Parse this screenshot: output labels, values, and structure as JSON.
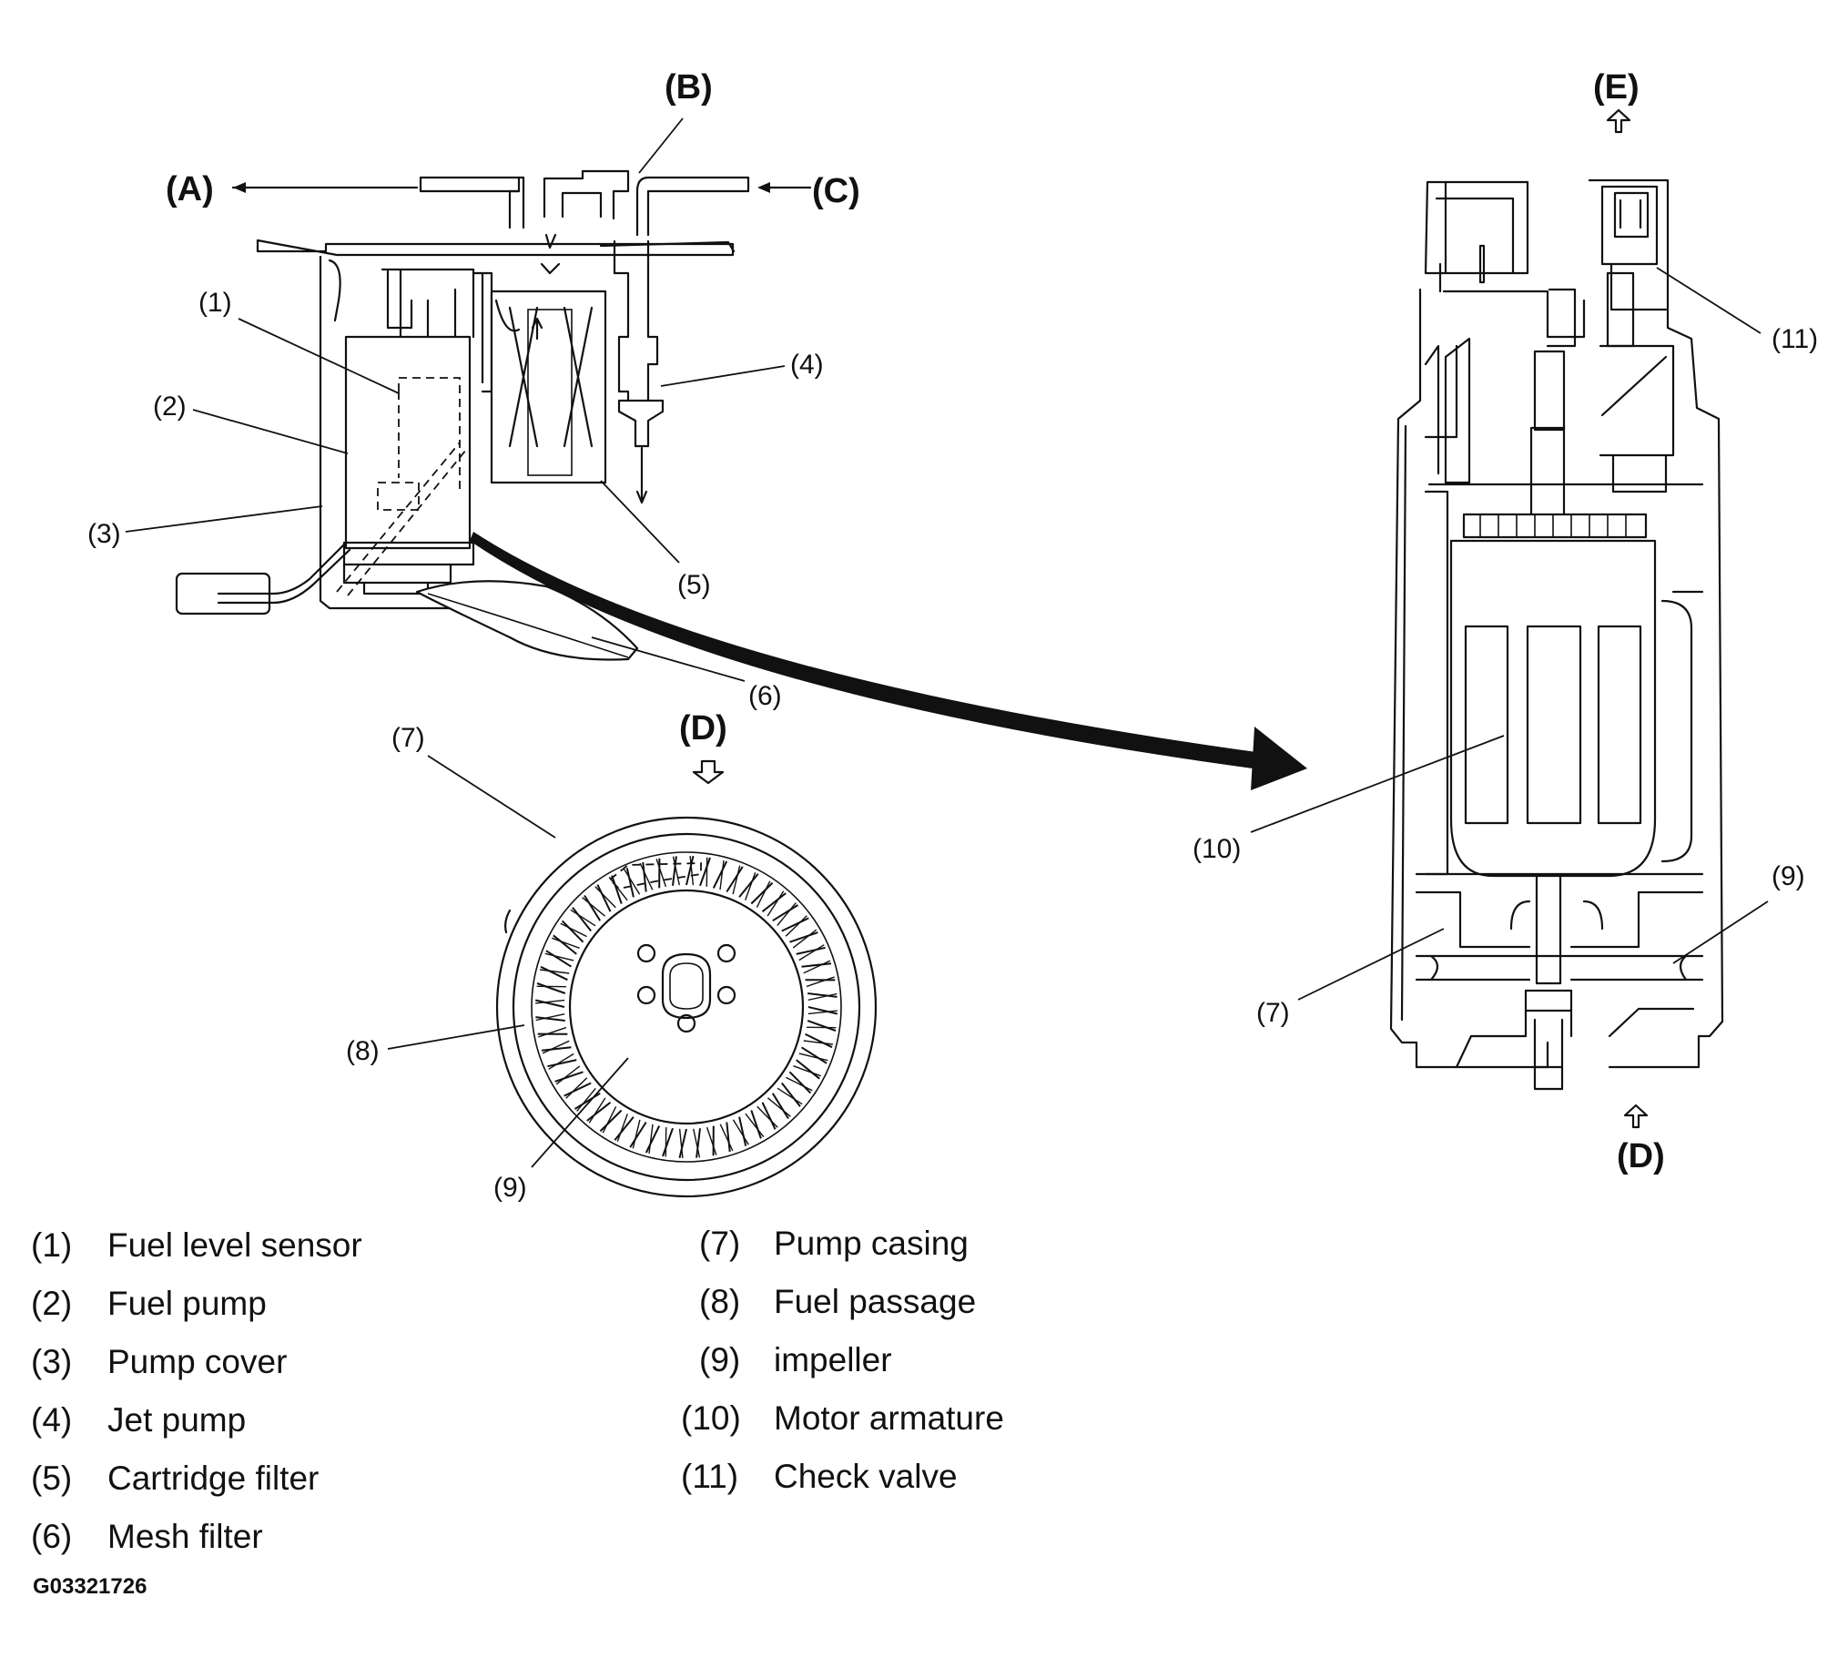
{
  "flow_labels": {
    "A": "(A)",
    "B": "(B)",
    "C": "(C)",
    "D_impeller": "(D)",
    "E": "(E)",
    "D_pump": "(D)"
  },
  "callouts": {
    "assembly": [
      "(1)",
      "(2)",
      "(3)",
      "(4)",
      "(5)",
      "(6)"
    ],
    "impeller_view": [
      "(7)",
      "(8)",
      "(9)"
    ],
    "pump_section": [
      "(11)",
      "(10)",
      "(9)",
      "(7)"
    ]
  },
  "legend": [
    {
      "num": "(1)",
      "text": "Fuel level sensor"
    },
    {
      "num": "(2)",
      "text": "Fuel pump"
    },
    {
      "num": "(3)",
      "text": "Pump cover"
    },
    {
      "num": "(4)",
      "text": "Jet pump"
    },
    {
      "num": "(5)",
      "text": "Cartridge filter"
    },
    {
      "num": "(6)",
      "text": "Mesh filter"
    },
    {
      "num": "(7)",
      "text": "Pump casing"
    },
    {
      "num": "(8)",
      "text": "Fuel passage"
    },
    {
      "num": "(9)",
      "text": "impeller"
    },
    {
      "num": "(10)",
      "text": "Motor armature"
    },
    {
      "num": "(11)",
      "text": "Check valve"
    }
  ],
  "figure_id": "G03321726",
  "colors": {
    "ink": "#111111",
    "background": "#ffffff"
  }
}
